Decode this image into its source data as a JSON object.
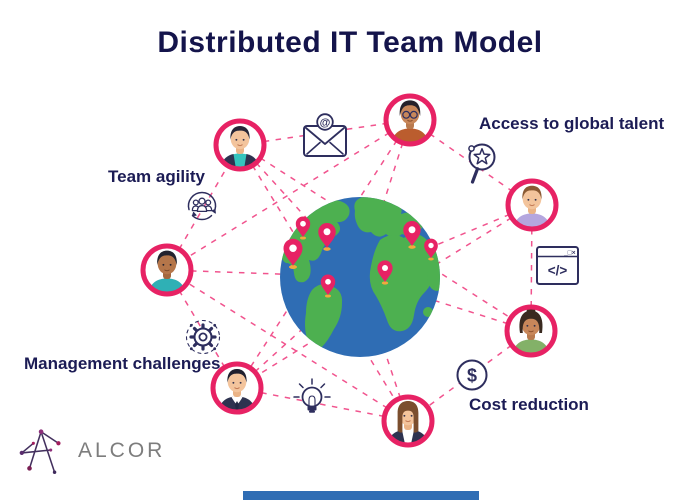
{
  "title": "Distributed IT Team Model",
  "benefits": {
    "team_agility": "Team agility",
    "access_to_global_talent": "Access to global talent",
    "management_challenges": "Management challenges",
    "cost_reduction": "Cost reduction"
  },
  "icon_glyphs": {
    "at_symbol": "@",
    "dollar_sign": "$",
    "code_tag": "</>",
    "window_controls": "_□×"
  },
  "logo": {
    "brand": "ALCOR"
  },
  "icons": [
    "email-at-icon",
    "search-talent-icon",
    "code-window-icon",
    "team-group-icon",
    "gear-icon",
    "lightbulb-icon",
    "dollar-icon",
    "globe",
    "location-pin"
  ],
  "colors": {
    "accent_pink": "#e72264",
    "line_pink": "#f1548e",
    "icon_navy": "#2e2e5e",
    "text_navy": "#1c1c55",
    "title_navy": "#14144b",
    "globe_ocean": "#2f6db4",
    "globe_land": "#4db050",
    "pin_base_yellow": "#f2a93c",
    "logo_text_gray": "#7d7d7d"
  }
}
